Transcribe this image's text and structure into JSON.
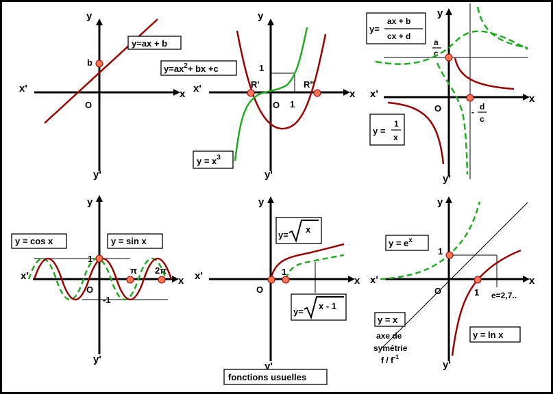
{
  "caption": "fonctions usuelles",
  "colors": {
    "red_curve": "#990000",
    "green_curve": "#22aa22",
    "axis": "#000000",
    "point_fill": "#ff7755"
  },
  "labels": {
    "x": "x",
    "x_prime": "x'",
    "y": "y",
    "y_prime": "y'",
    "origin": "O",
    "one": "1",
    "minus_one": "-1",
    "b": "b",
    "R_prime": "R'",
    "R_second": "R\"",
    "pi": "π",
    "two_pi": "2π",
    "e_value": "e=2,7..",
    "a": "a",
    "c": "c",
    "d": "d",
    "minus": "-"
  },
  "panels": {
    "linear": {
      "eq": "y=ax + b"
    },
    "polynomial": {
      "quad": "y=ax² + bx +c",
      "quad_main": "y=ax",
      "quad_exp": "2",
      "quad_rest": "+ bx +c",
      "cubic_main": "y = x",
      "cubic_exp": "3"
    },
    "homographic": {
      "y_eq": "y=",
      "num": "ax + b",
      "den": "cx + d",
      "inv_y": "y =",
      "inv_num": "1",
      "inv_den": "x"
    },
    "trig": {
      "cos": "y = cos x",
      "sin": "y = sin x"
    },
    "sqrt": {
      "y_eq": "y=",
      "radicand1": "x",
      "radicand2": "x - 1"
    },
    "explog": {
      "exp_main": "y = e",
      "exp_sup": "x",
      "identity": "y = x",
      "symmetry_1": "axe de",
      "symmetry_2": "symétrie",
      "symmetry_3": "f  /  f",
      "symmetry_sup": "-1",
      "ln": "y = ln  x"
    }
  }
}
